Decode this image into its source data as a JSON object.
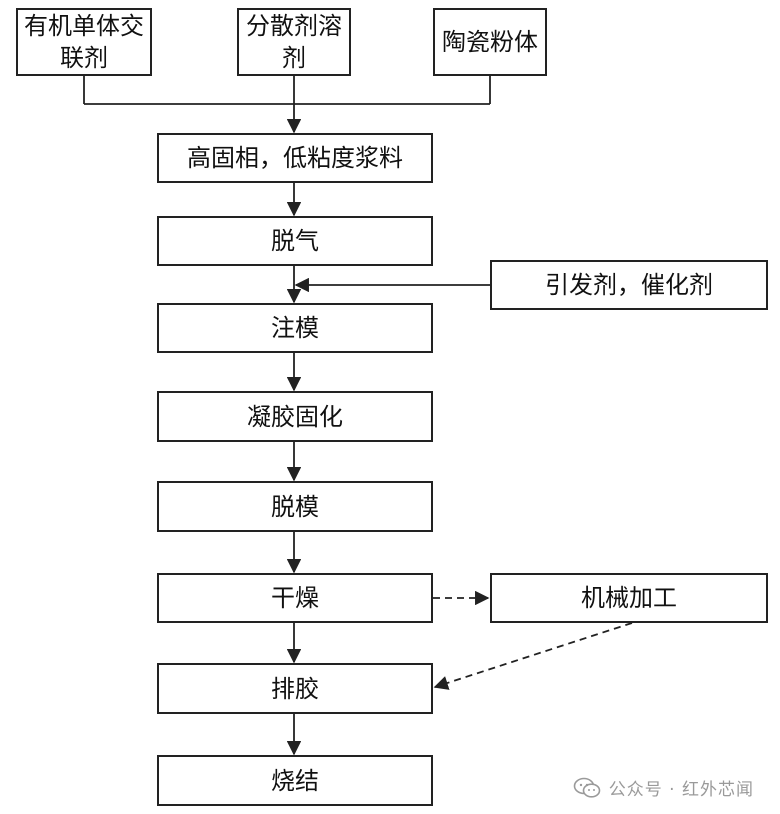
{
  "inputs": {
    "monomer": "有机单体交联剂",
    "dispersant": "分散剂溶剂",
    "powder": "陶瓷粉体"
  },
  "steps": {
    "slurry": "高固相，低粘度浆料",
    "degas": "脱气",
    "injection": "注模",
    "gelation": "凝胶固化",
    "demold": "脱模",
    "drying": "干燥",
    "debinding": "排胶",
    "sintering": "烧结"
  },
  "side": {
    "initiator": "引发剂，催化剂",
    "machining": "机械加工"
  },
  "watermark": {
    "text": "公众号 · 红外芯闻",
    "icon": "wechat-icon"
  },
  "colors": {
    "stroke": "#222222",
    "watermark": "#9a9a9a"
  }
}
